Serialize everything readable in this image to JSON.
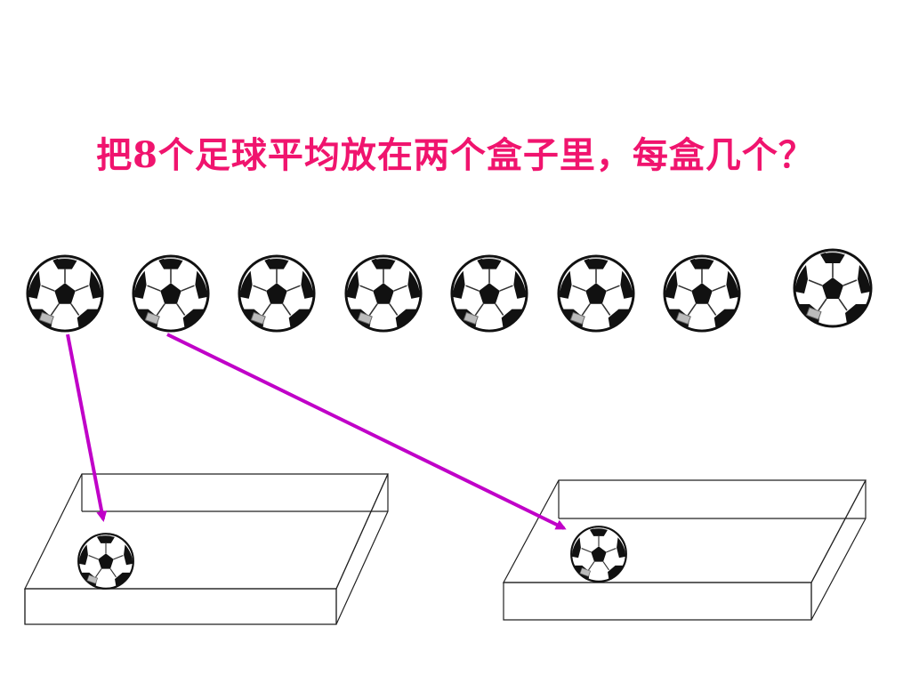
{
  "title": "把8个足球平均放在两个盒子里，每盒几个？",
  "colors": {
    "title": "#f0146e",
    "arrow": "#c000c8",
    "box_line": "#222222",
    "ball_black": "#111111",
    "ball_white": "#ffffff"
  },
  "icons": {
    "ball": "soccer-ball-icon",
    "box": "open-box-outline",
    "arrow": "arrow-icon"
  },
  "balls_in_row": 8,
  "boxes": [
    {
      "name": "left-box",
      "balls_inside": 1
    },
    {
      "name": "right-box",
      "balls_inside": 1
    }
  ]
}
